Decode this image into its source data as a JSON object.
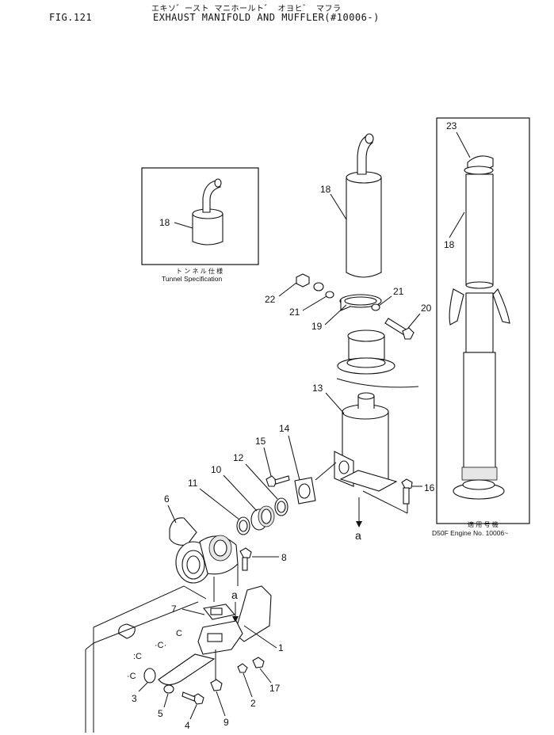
{
  "header": {
    "jp_title": "エキソ゛ースト マニホールト゛ オヨヒ゛ マフラ",
    "fig_label": "FIG.121",
    "title": "EXHAUST MANIFOLD AND MUFFLER(#10006-)"
  },
  "inset_tunnel": {
    "label_jp": "ト ン ネ ル 仕 様",
    "label_en": "Tunnel Specification"
  },
  "inset_engine": {
    "label_jp": "適 用 号 機",
    "label_en": "D50F Engine No. 10006~"
  },
  "callouts": {
    "c1": "1",
    "c2": "2",
    "c3": "3",
    "c4": "4",
    "c5": "5",
    "c6": "6",
    "c7": "7",
    "c8": "8",
    "c9": "9",
    "c10": "10",
    "c11": "11",
    "c12": "12",
    "c13": "13",
    "c14": "14",
    "c15": "15",
    "c16": "16",
    "c17": "17",
    "c18_inset": "18",
    "c18_main": "18",
    "c18_right": "18",
    "c19": "19",
    "c20": "20",
    "c21_a": "21",
    "c21_b": "21",
    "c22": "22",
    "c23": "23",
    "a_lower": "a",
    "a_upper": "a"
  }
}
